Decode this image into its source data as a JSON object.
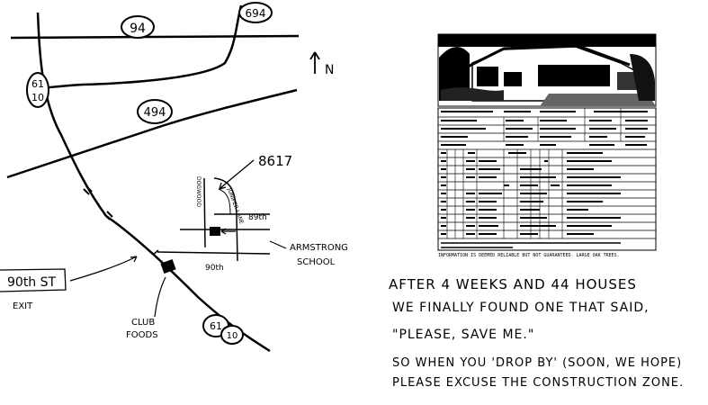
{
  "map": {
    "shields": {
      "i94": "94",
      "i694": "694",
      "i494": "494",
      "r61_top": "61",
      "r10_top": "10",
      "r61_bottom": "61",
      "r10_bottom": "10"
    },
    "north_label": "N",
    "address_number": "8617",
    "exit_box": "90th ST",
    "exit_label": "EXIT",
    "store_label_line1": "CLUB",
    "store_label_line2": "FOODS",
    "school_label_line1": "ARMSTRONG",
    "school_label_line2": "SCHOOL",
    "street_90th": "90th",
    "street_89th": "89th",
    "street_vertical_left": "DOGWOOD",
    "street_vertical_right": "JUNIPER LANE"
  },
  "listing": {
    "footer": "INFORMATION IS DEEMED RELIABLE BUT NOT GUARANTEED. LARGE OAK TREES."
  },
  "message": {
    "line1": "AFTER 4 WEEKS AND 44 HOUSES",
    "line2": "WE FINALLY FOUND ONE THAT SAID,",
    "line3": "\"PLEASE, SAVE ME.\"",
    "line4": "SO WHEN YOU 'DROP BY' (SOON, WE HOPE)",
    "line5": "PLEASE EXCUSE THE CONSTRUCTION ZONE."
  }
}
